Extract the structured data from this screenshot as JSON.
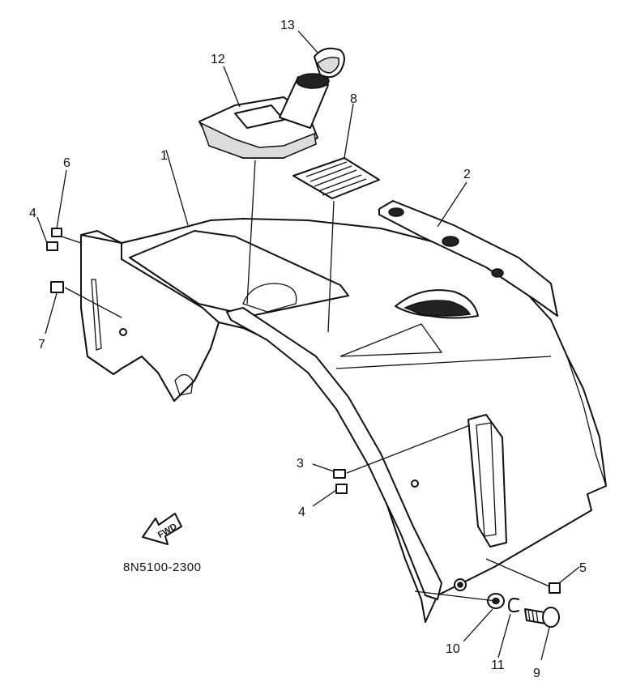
{
  "diagram": {
    "part_code": "8N5100-2300",
    "arrow_label": "FWD",
    "callouts": [
      {
        "id": "c1",
        "label": "1"
      },
      {
        "id": "c2",
        "label": "2"
      },
      {
        "id": "c3",
        "label": "3"
      },
      {
        "id": "c4a",
        "label": "4"
      },
      {
        "id": "c4b",
        "label": "4"
      },
      {
        "id": "c5",
        "label": "5"
      },
      {
        "id": "c6",
        "label": "6"
      },
      {
        "id": "c7",
        "label": "7"
      },
      {
        "id": "c8",
        "label": "8"
      },
      {
        "id": "c9",
        "label": "9"
      },
      {
        "id": "c10",
        "label": "10"
      },
      {
        "id": "c11",
        "label": "11"
      },
      {
        "id": "c12",
        "label": "12"
      },
      {
        "id": "c13",
        "label": "13"
      }
    ]
  }
}
